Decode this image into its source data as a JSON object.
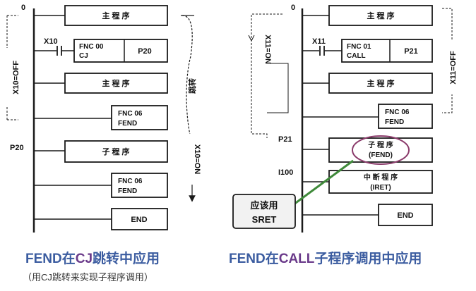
{
  "left": {
    "rung0_label": "0",
    "main1": "主 程 序",
    "contact_label": "X10",
    "cj_fnc": "FNC 00",
    "cj_name": "CJ",
    "cj_target": "P20",
    "main2": "主 程 序",
    "fend1_fnc": "FNC 06",
    "fend1_name": "FEND",
    "pointer_label": "P20",
    "sub": "子 程 序",
    "fend2_fnc": "FNC 06",
    "fend2_name": "FEND",
    "end": "END",
    "state_off": "X10=OFF",
    "jump": "跳转",
    "state_on": "X10=ON"
  },
  "right": {
    "rung0_label": "0",
    "main1": "主 程 序",
    "contact_label": "X11",
    "call_fnc": "FNC 01",
    "call_name": "CALL",
    "call_target": "P21",
    "main2": "主 程 序",
    "fend_fnc": "FNC 06",
    "fend_name": "FEND",
    "pointer_label": "P21",
    "sub_name": "子 程 序",
    "sub_fend": "(FEND)",
    "int_label": "I100",
    "int_name": "中 断 程 序",
    "int_iret": "(IRET)",
    "end": "END",
    "state_on": "X11=ON",
    "state_off": "X11=OFF",
    "callout_line1": "应该用",
    "callout_line2": "SRET"
  },
  "captions": {
    "left_prefix": "FEND在",
    "left_accent": "CJ",
    "left_suffix": "跳转中应用",
    "left_sub": "（用CJ跳转来实现子程序调用）",
    "right_prefix": "FEND在",
    "right_accent": "CALL",
    "right_suffix": "子程序调用中应用"
  },
  "colors": {
    "line": "#1a1a1a",
    "callout_fill": "#f2f2f2",
    "highlight_circle": "#8a3a6a",
    "pointer_arrow": "#3f8a3a",
    "caption_main": "#3b5ca0",
    "caption_accent": "#6a3a8a"
  }
}
